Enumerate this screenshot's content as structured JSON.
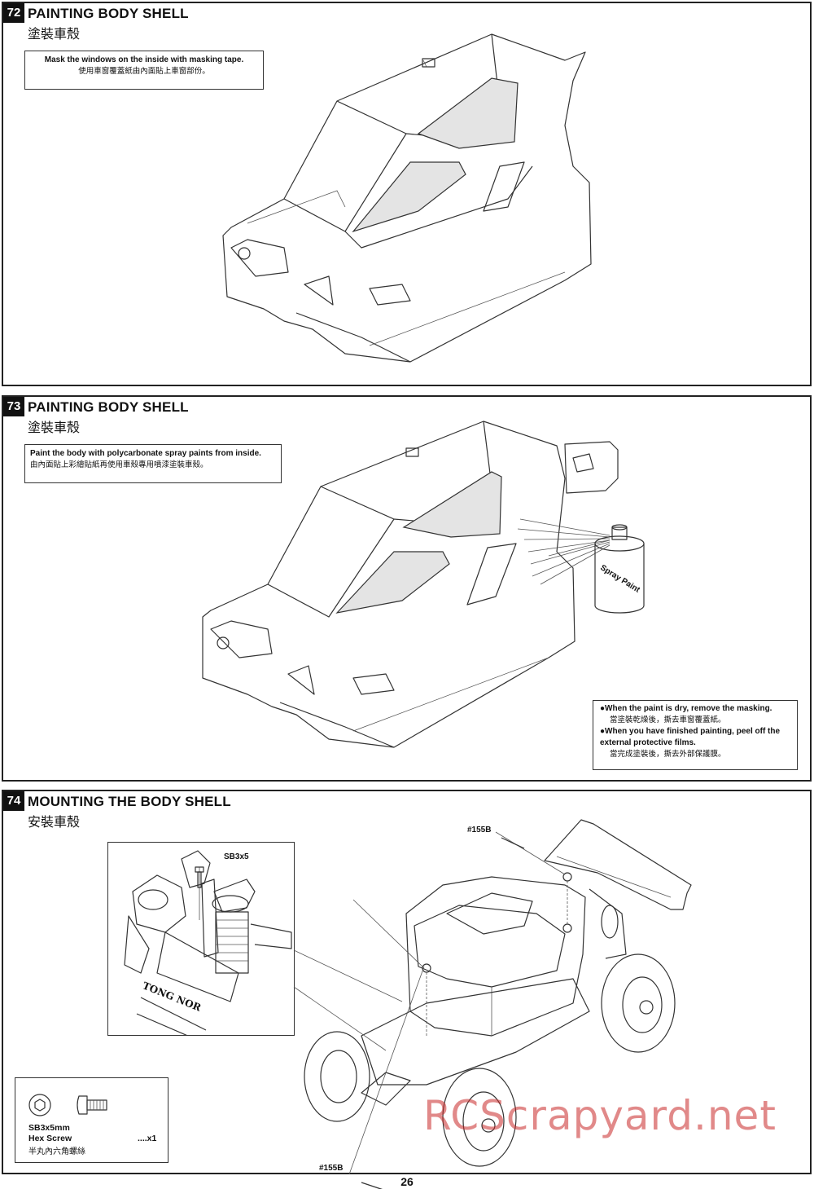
{
  "steps": [
    {
      "number": "72",
      "title": "PAINTING BODY SHELL",
      "subtitle": "塗裝車殼",
      "note_en": "Mask the windows on the inside with masking tape.",
      "note_cn": "使用車窗覆蓋紙由內面貼上車窗部份。"
    },
    {
      "number": "73",
      "title": "PAINTING BODY SHELL",
      "subtitle": "塗裝車殼",
      "note_en": "Paint the body with polycarbonate spray paints from inside.",
      "note_cn": "由內面貼上彩繪貼紙再使用車殼專用噴漆塗裝車殼。",
      "spray_label": "Spray Paint",
      "tips": [
        {
          "en": "When the paint is dry, remove the masking.",
          "cn": "當塗裝乾燥後，撕去車窗覆蓋紙。"
        },
        {
          "en": "When you have finished painting, peel off the external protective films.",
          "cn": "當完成塗裝後，撕去外部保護膜。"
        }
      ]
    },
    {
      "number": "74",
      "title": "MOUNTING THE BODY SHELL",
      "subtitle": "安裝車殼",
      "callout_screw": "SB3x5",
      "callout_brand": "TONG NOR",
      "part_label_left": "#155B",
      "part_label_right": "#155B",
      "parts": {
        "size": "SB3x5mm",
        "name": "Hex Screw",
        "name_cn": "半丸內六角螺絲",
        "qty": "....x1"
      }
    }
  ],
  "page_number": "26",
  "watermark": "RCScrapyard.net"
}
